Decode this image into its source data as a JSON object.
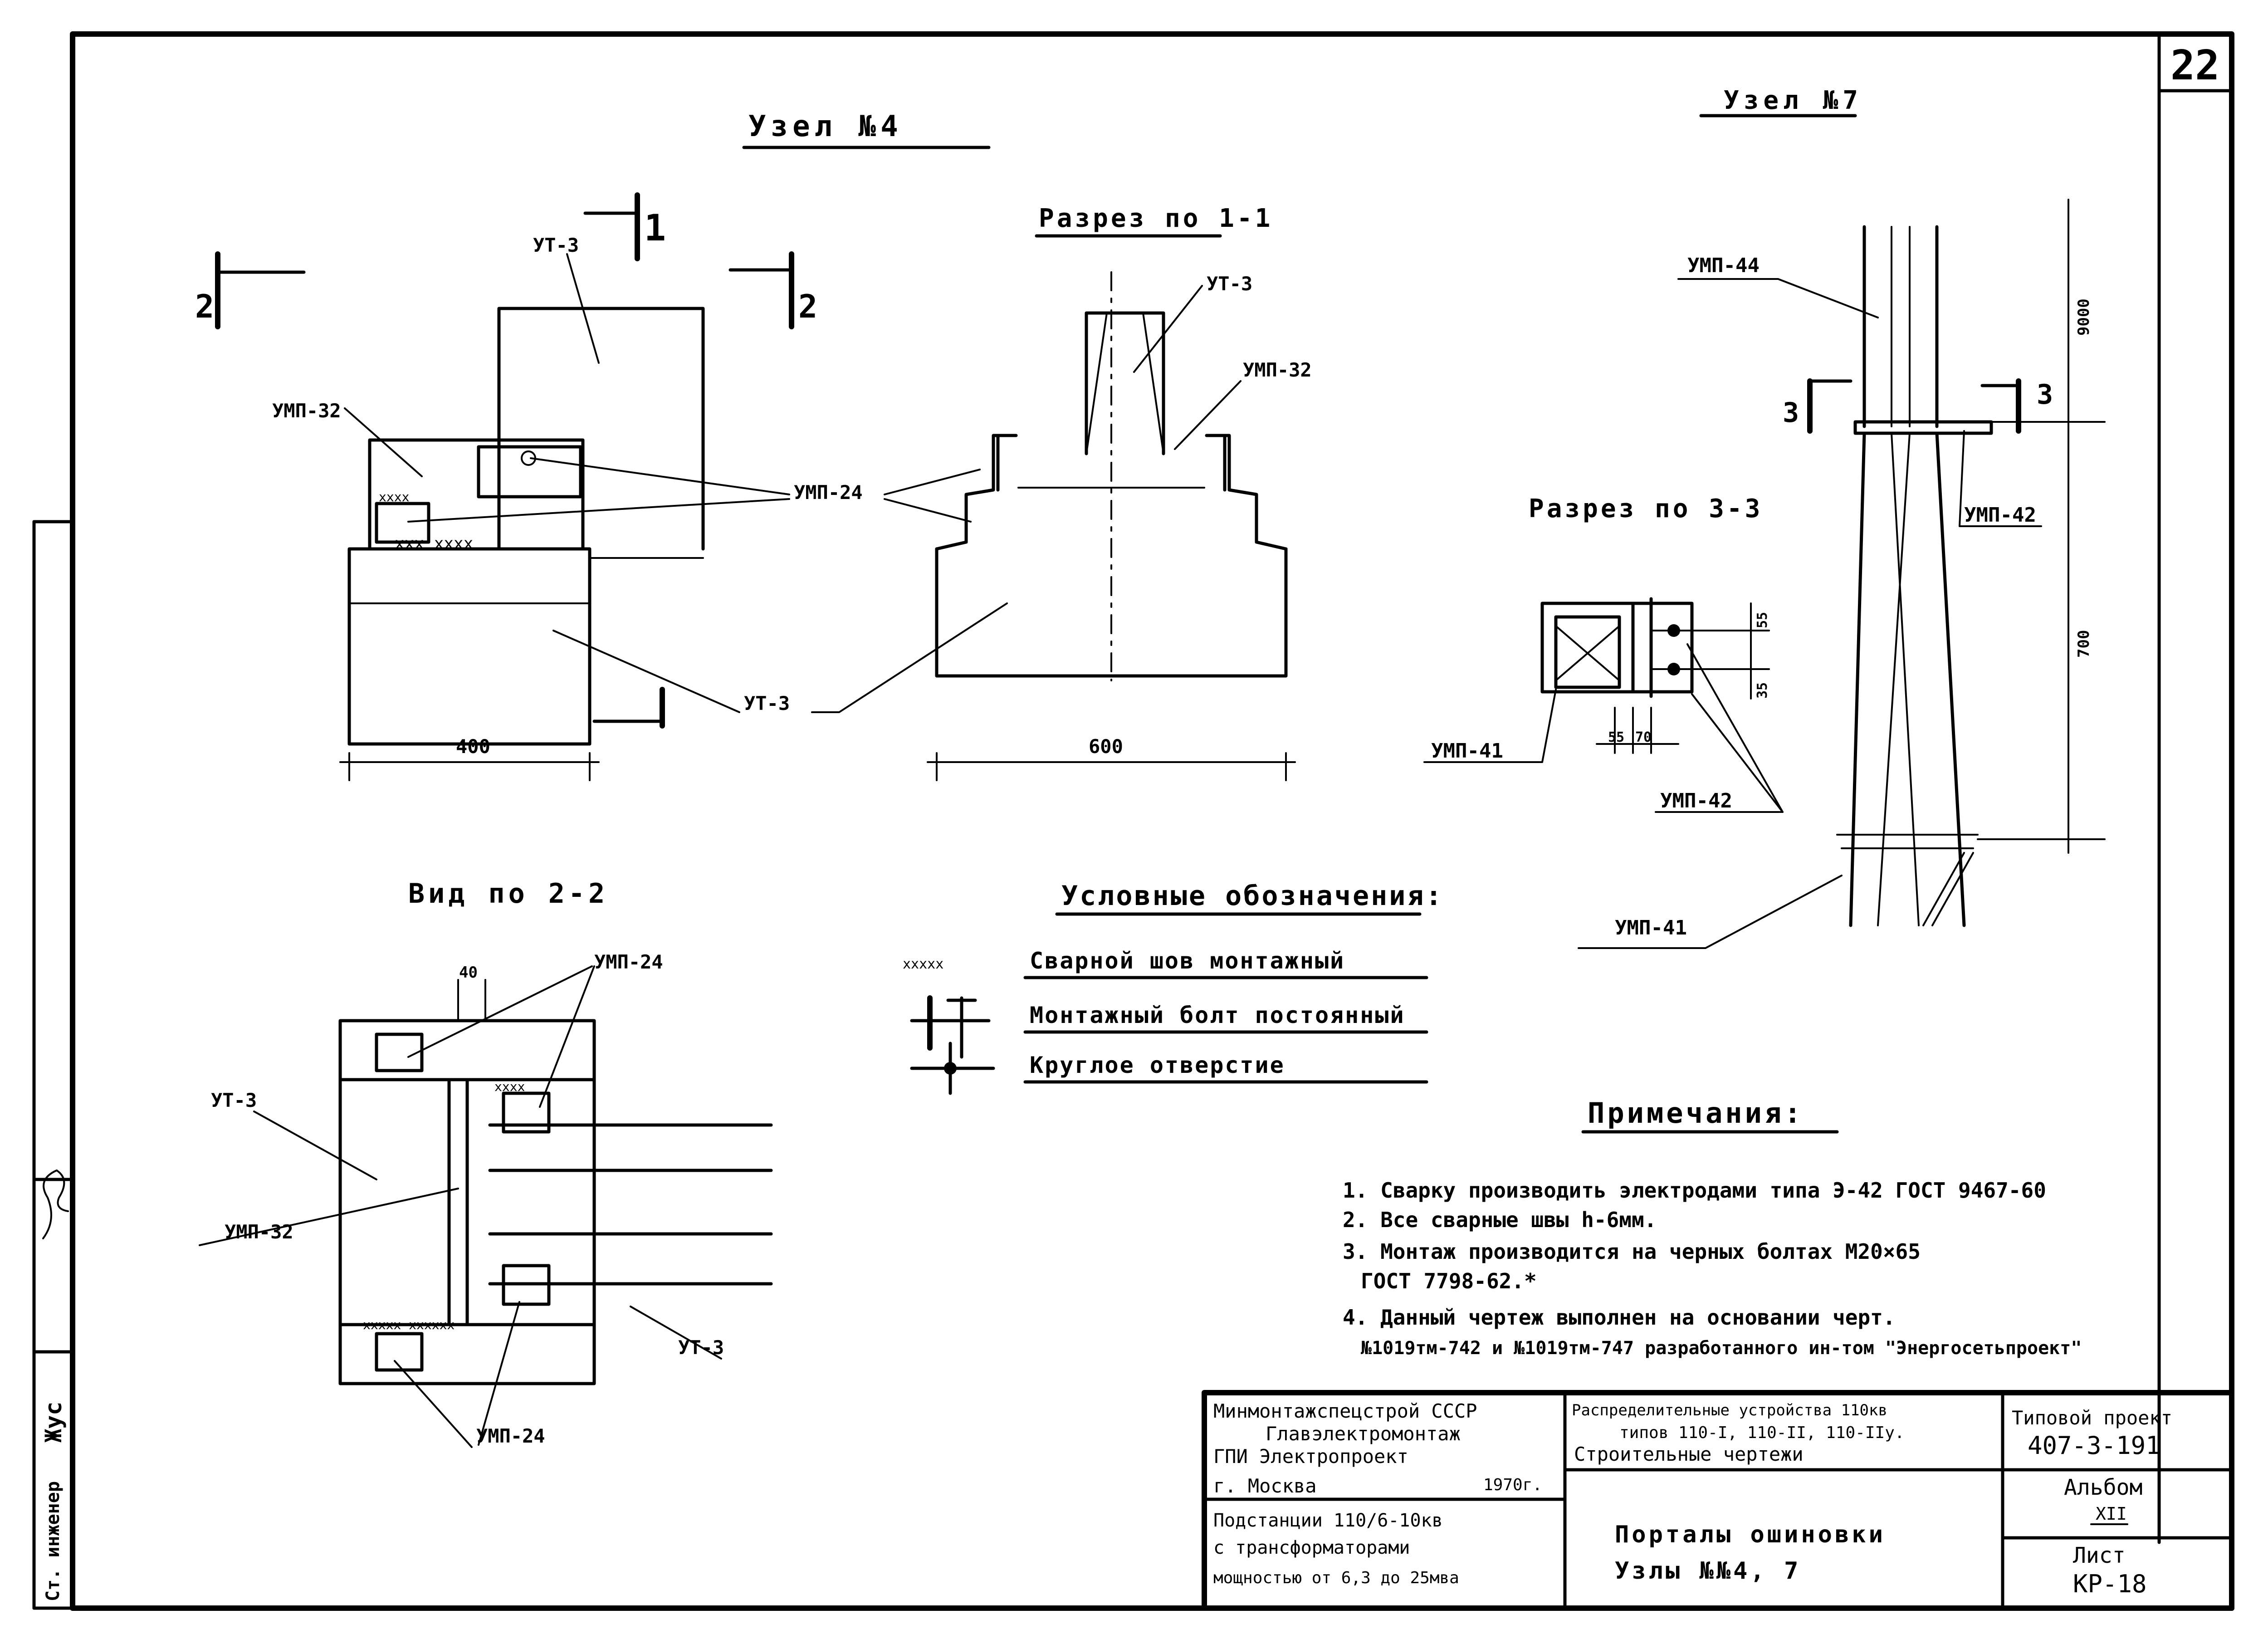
{
  "sheet_number": "22",
  "node4": {
    "title": "Узел №4",
    "section_1_1_title": "Разрез по 1-1",
    "view_2_2_title": "Вид по 2-2",
    "cut_mark_1": "1",
    "cut_mark_2": "2",
    "labels": {
      "ut3_top": "УТ-3",
      "ump32_left": "УМП-32",
      "ump24_center": "УМП-24",
      "ut3_bottom": "УТ-3",
      "ut3_section": "УТ-3",
      "ump32_section": "УМП-32",
      "ump24_view_top": "УМП-24",
      "ut3_view_left": "УТ-3",
      "ump32_view": "УМП-32",
      "ut3_view_right": "УТ-3",
      "ump24_view_bottom": "УМП-24"
    },
    "dims": {
      "width_plan": "400",
      "width_section": "600",
      "view_offset": "40"
    }
  },
  "node7": {
    "title": "Узел №7",
    "section_3_3_title": "Разрез по 3-3",
    "cut_mark_3": "3",
    "labels": {
      "ump44": "УМП-44",
      "ump42_right": "УМП-42",
      "ump41_section": "УМП-41",
      "ump42_section": "УМП-42",
      "ump41_bottom": "УМП-41"
    },
    "dims": {
      "top": "9000",
      "middle": "700",
      "sec_a": "55",
      "sec_b": "35",
      "sec_c": "55",
      "sec_d": "70"
    }
  },
  "legend": {
    "title": "Условные обозначения:",
    "items": [
      {
        "symbol": "weld-seam-icon",
        "text": "Сварной шов монтажный"
      },
      {
        "symbol": "bolt-icon",
        "text": "Монтажный болт постоянный"
      },
      {
        "symbol": "round-hole-icon",
        "text": "Круглое отверстие"
      }
    ]
  },
  "notes": {
    "title": "Примечания:",
    "items": [
      "1. Сварку производить электродами типа Э-42 ГОСТ 9467-60",
      "2. Все сварные швы h-6мм.",
      "3. Монтаж производится на черных болтах М20×65",
      "ГОСТ 7798-62.*",
      "4. Данный чертеж выполнен на основании черт.",
      "№1019тм-742 и №1019тм-747 разработанного ин-том \"Энергосетьпроект\""
    ]
  },
  "title_block": {
    "org_lines": [
      "Минмонтажспецстрой СССР",
      "Главэлектромонтаж",
      "ГПИ Электропроект",
      "г. Москва",
      "1970г."
    ],
    "object_lines": [
      "Подстанции 110/6-10кв",
      "с трансформаторами",
      "мощностью от 6,3 до 25мва"
    ],
    "device_lines": [
      "Распределительные устройства 110кв",
      "типов 110-I, 110-II, 110-IIу.",
      "Строительные чертежи"
    ],
    "sheet_title_lines": [
      "Порталы ошиновки",
      "Узлы №№4, 7"
    ],
    "project_label": "Типовой проект",
    "project_number": "407-3-191",
    "album_label": "Альбом",
    "album_number": "XII",
    "sheet_label": "Лист",
    "sheet_code": "КР-18"
  },
  "side_stamp": {
    "inv": "Ст. инженер",
    "signer": "Жус"
  }
}
